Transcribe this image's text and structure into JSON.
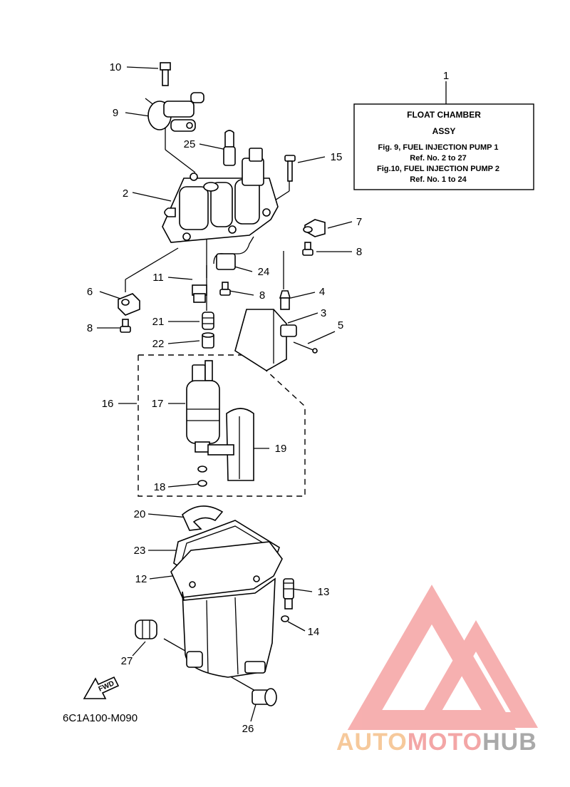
{
  "callouts": [
    "1",
    "2",
    "3",
    "4",
    "5",
    "6",
    "7",
    "8",
    "8",
    "8",
    "9",
    "10",
    "11",
    "12",
    "13",
    "14",
    "15",
    "16",
    "17",
    "18",
    "19",
    "20",
    "21",
    "22",
    "23",
    "24",
    "25",
    "26",
    "27"
  ],
  "info_box": {
    "title_line1": "FLOAT CHAMBER",
    "title_line2": "ASSY",
    "line1": "Fig.  9, FUEL INJECTION PUMP 1",
    "line2": "Ref. No. 2 to 27",
    "line3": "Fig.10, FUEL INJECTION PUMP 2",
    "line4": "Ref. No. 1 to 24"
  },
  "fwd_label": "FWD",
  "drawing_code": "6C1A100-M090",
  "watermark": {
    "part1": "AUTO",
    "part2": "MOTO",
    "part3": "HUB",
    "color1": "#f6c99b",
    "color2": "#f3a6a6",
    "color3": "#a9a9a9"
  }
}
